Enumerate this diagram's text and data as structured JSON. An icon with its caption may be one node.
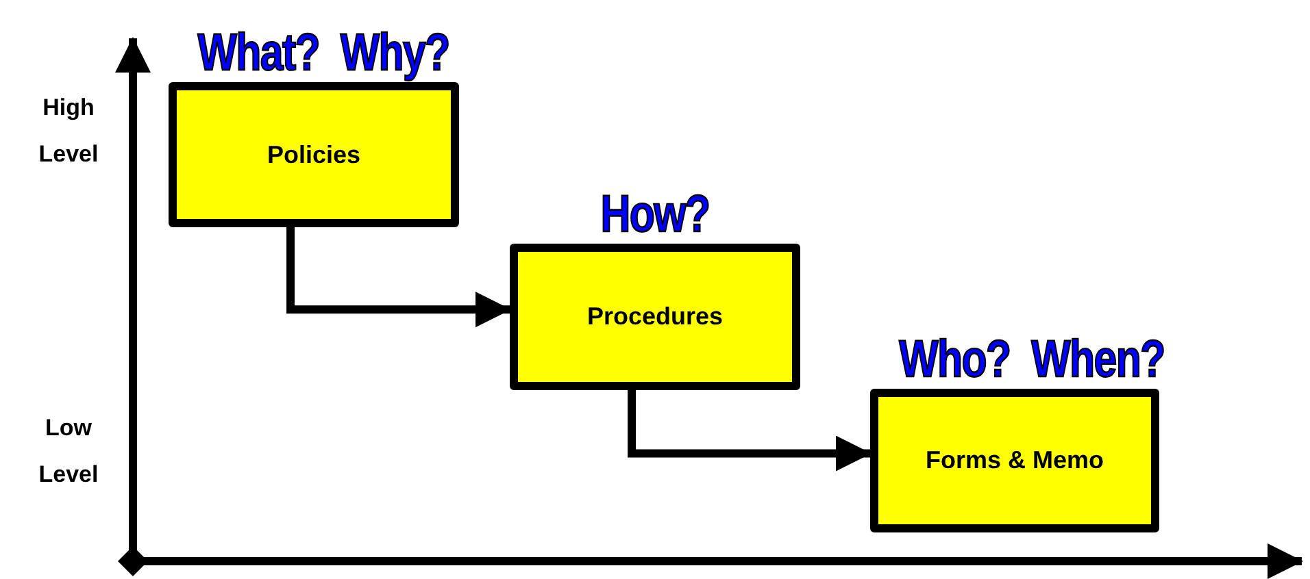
{
  "diagram": {
    "nodes": [
      {
        "text": [
          "What?  Why?",
          "Policies"
        ]
      },
      {
        "text": [
          "How?",
          "Procedures"
        ]
      },
      {
        "text": [
          "Who?  When?",
          "Forms & Memo"
        ]
      }
    ],
    "edges": [
      {
        "from": 0,
        "to": 1,
        "arrow": "to"
      },
      {
        "from": 1,
        "to": 2,
        "arrow": "to"
      }
    ],
    "labels": [
      "High Level",
      "Low Level"
    ]
  }
}
